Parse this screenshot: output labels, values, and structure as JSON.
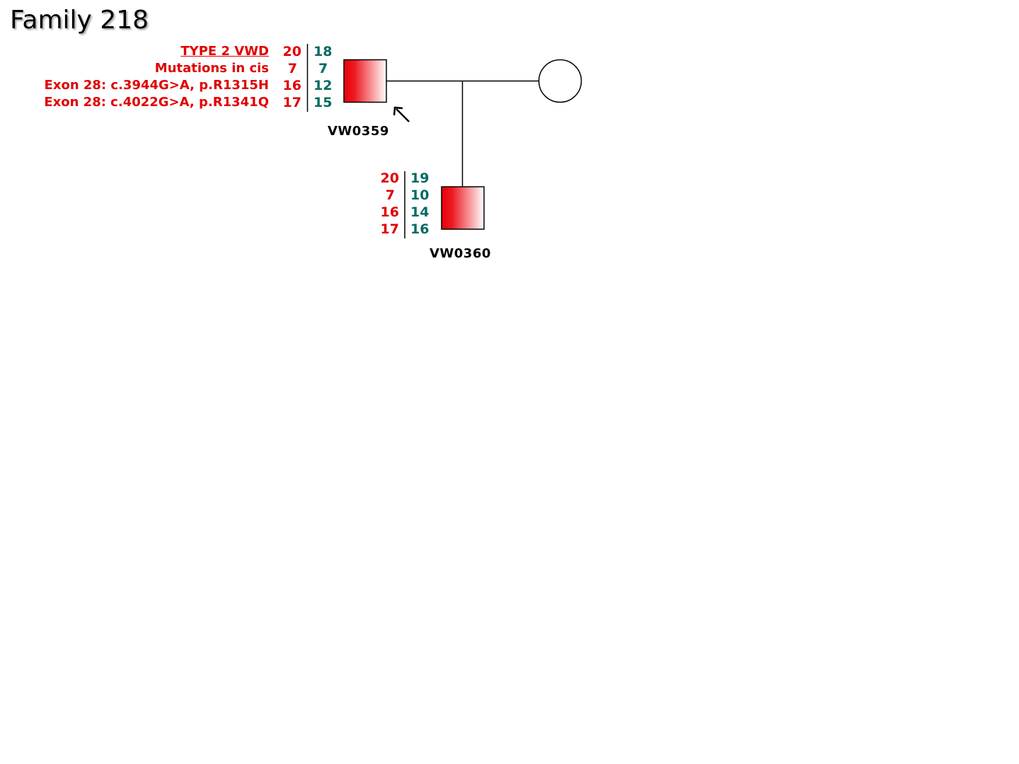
{
  "title": "Family 218",
  "colors": {
    "affected": "#e8000b",
    "allele_left": "#e00000",
    "allele_right": "#006b5f",
    "line": "#000000"
  },
  "legend": {
    "phenotype": "TYPE 2 VWD",
    "note": "Mutations in cis",
    "mutation1": "Exon 28: c.3944G>A, p.R1315H",
    "mutation2": "Exon 28: c.4022G>A, p.R1341Q"
  },
  "individuals": {
    "father": {
      "id": "VW0359",
      "sex": "male",
      "affected": true,
      "proband": true,
      "haplotype_left": [
        "20",
        "7",
        "16",
        "17"
      ],
      "haplotype_right": [
        "18",
        "7",
        "12",
        "15"
      ]
    },
    "mother": {
      "sex": "female",
      "affected": false
    },
    "son": {
      "id": "VW0360",
      "sex": "male",
      "affected": true,
      "haplotype_left": [
        "20",
        "7",
        "16",
        "17"
      ],
      "haplotype_right": [
        "19",
        "10",
        "14",
        "16"
      ]
    }
  }
}
